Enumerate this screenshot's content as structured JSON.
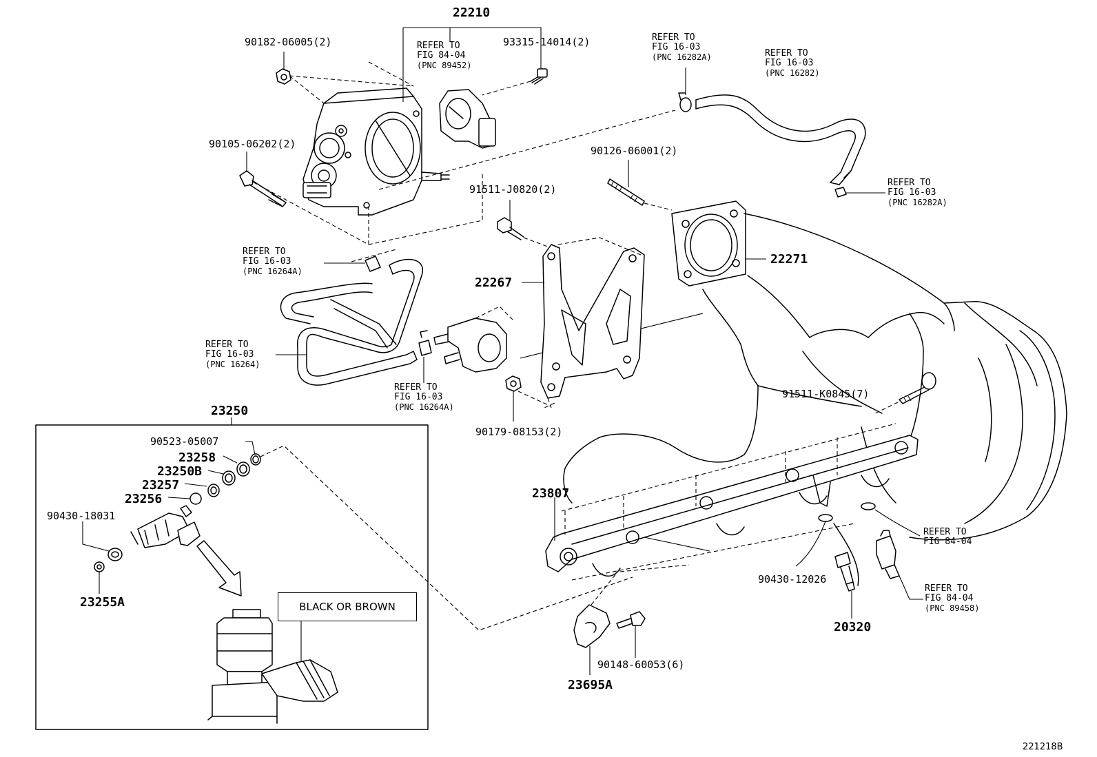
{
  "parts": {
    "p22210": "22210",
    "p90182": "90182-06005(2)",
    "p93315": "93315-14014(2)",
    "p90105": "90105-06202(2)",
    "p90126": "90126-06001(2)",
    "p91511j": "91511-J0820(2)",
    "p22271": "22271",
    "p22267": "22267",
    "p91511k": "91511-K0845(7)",
    "p90179": "90179-08153(2)",
    "p23250": "23250",
    "p90523": "90523-05007",
    "p23258": "23258",
    "p23250b": "23250B",
    "p23257": "23257",
    "p23256": "23256",
    "p90430a": "90430-18031",
    "p23255a": "23255A",
    "p23807": "23807",
    "p90430b": "90430-12026",
    "p20320": "20320",
    "p90148": "90148-60053(6)",
    "p23695a": "23695A"
  },
  "refs": {
    "r1": {
      "l1": "REFER TO",
      "l2": "FIG 84-04",
      "l3": "(PNC 89452)"
    },
    "r2": {
      "l1": "REFER TO",
      "l2": "FIG 16-03",
      "l3": "(PNC 16282A)"
    },
    "r3": {
      "l1": "REFER TO",
      "l2": "FIG 16-03",
      "l3": "(PNC 16282)"
    },
    "r4": {
      "l1": "REFER TO",
      "l2": "FIG 16-03",
      "l3": "(PNC 16282A)"
    },
    "r5": {
      "l1": "REFER TO",
      "l2": "FIG 16-03",
      "l3": "(PNC 16264A)"
    },
    "r6": {
      "l1": "REFER TO",
      "l2": "FIG 16-03",
      "l3": "(PNC 16264)"
    },
    "r7": {
      "l1": "REFER TO",
      "l2": "FIG 16-03",
      "l3": "(PNC 16264A)"
    },
    "r8": {
      "l1": "REFER TO",
      "l2": "FIG 84-04"
    },
    "r9": {
      "l1": "REFER TO",
      "l2": "FIG 84-04",
      "l3": "(PNC 89458)"
    }
  },
  "note_text": "BLACK OR BROWN",
  "figure_id": "221218B"
}
